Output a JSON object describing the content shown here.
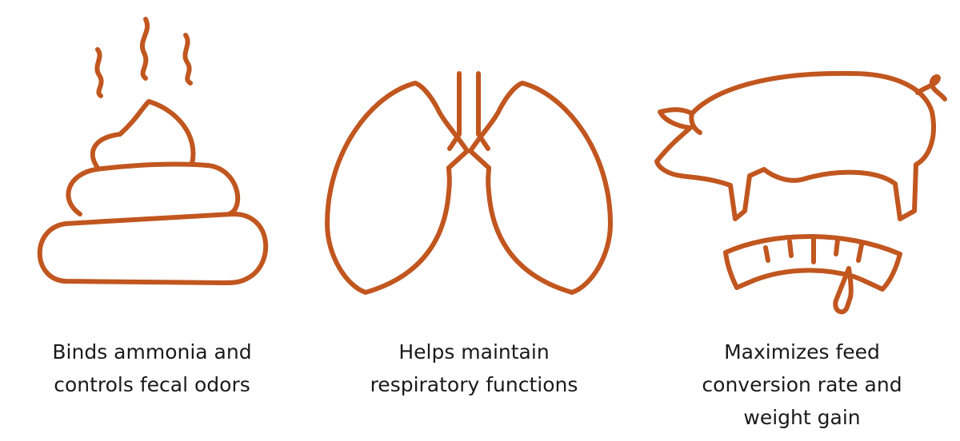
{
  "colors": {
    "accent": "#C1561F",
    "text": "#1a1a1a",
    "background": "#ffffff"
  },
  "features": [
    {
      "icon": "poop-icon",
      "caption": [
        "Binds ammonia and",
        "controls fecal odors"
      ]
    },
    {
      "icon": "lungs-icon",
      "caption": [
        "Helps maintain",
        "respiratory functions"
      ]
    },
    {
      "icon": "pig-scale-icon",
      "caption": [
        "Maximizes feed",
        "conversion rate and",
        "weight gain"
      ]
    }
  ]
}
